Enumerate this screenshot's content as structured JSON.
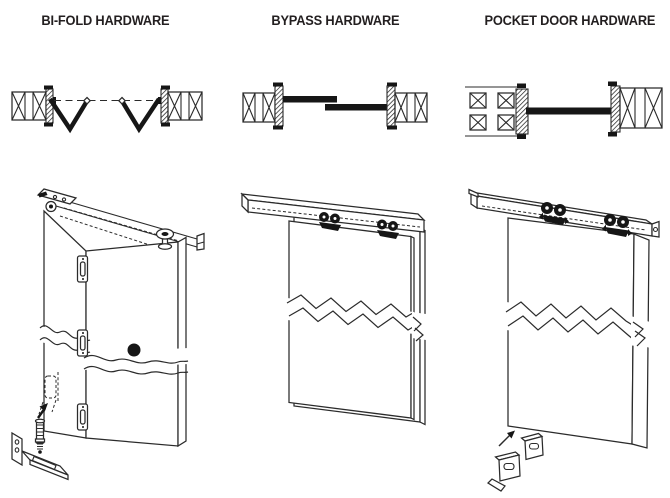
{
  "figure": {
    "background_color": "#ffffff",
    "line_color": "#2b2b2b",
    "solid_black": "#161616",
    "title_color": "#231f20"
  },
  "sections": [
    {
      "id": "bifold",
      "title": "BI-FOLD HARDWARE"
    },
    {
      "id": "bypass",
      "title": "BYPASS HARDWARE"
    },
    {
      "id": "pocket",
      "title": "POCKET DOOR HARDWARE"
    }
  ]
}
